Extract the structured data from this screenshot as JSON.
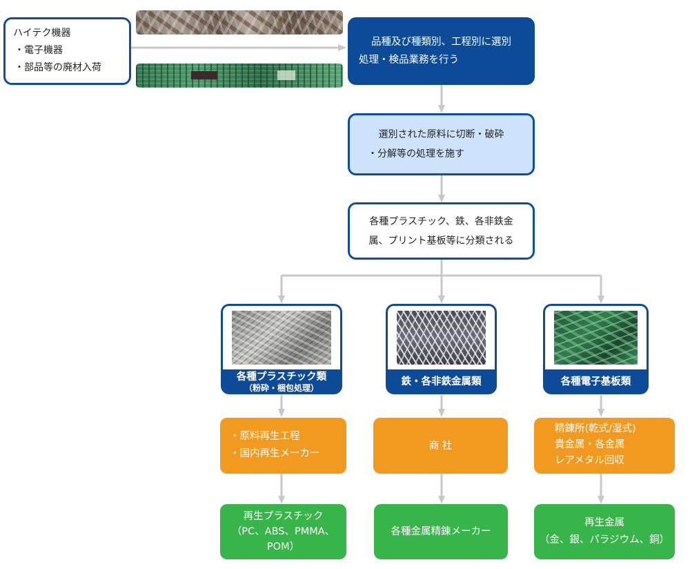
{
  "colors": {
    "navy": "#0d4a98",
    "navy_border": "#0d4ea0",
    "light_blue": "#cfe2fb",
    "orange": "#f29a1f",
    "green": "#38b54a",
    "connector": "#c8c8c8"
  },
  "input": {
    "title": "ハイテク機器",
    "items": [
      "・電子機器",
      "・部品等の廃材入荷"
    ]
  },
  "photos": {
    "scrap": "scrap-metal-photo",
    "board": "circuit-board-photo"
  },
  "steps": {
    "sorting": [
      "品種及び種類別、工程別に選別",
      "処理・検品業務を行う"
    ],
    "processing": [
      "選別された原料に切断・破砕",
      "・分解等の処理を施す"
    ],
    "classification": [
      "各種プラスチック、鉄、各非鉄金",
      "属、プリント基板等に分類される"
    ]
  },
  "branches": [
    {
      "label": "各種プラスチック類",
      "sublabel": "（粉砕・梱包処理）",
      "photo": "plastic-flakes-photo",
      "process": [
        "・原料再生工程",
        "・国内再生メーカー"
      ],
      "output": [
        "再生プラスチック",
        "（PC、ABS、PMMA、",
        "POM）"
      ]
    },
    {
      "label": "鉄・各非鉄金属類",
      "sublabel": "",
      "photo": "metal-rods-photo",
      "process": [
        "商 社"
      ],
      "output": [
        "各種金属精錬メーカー"
      ]
    },
    {
      "label": "各種電子基板類",
      "sublabel": "",
      "photo": "electronic-boards-photo",
      "process": [
        "精錬所(乾式/湿式)",
        "貴金属・各金属",
        "レアメタル回収"
      ],
      "output": [
        "再生金属",
        "（金、銀、パラジウム、銅）"
      ]
    }
  ]
}
